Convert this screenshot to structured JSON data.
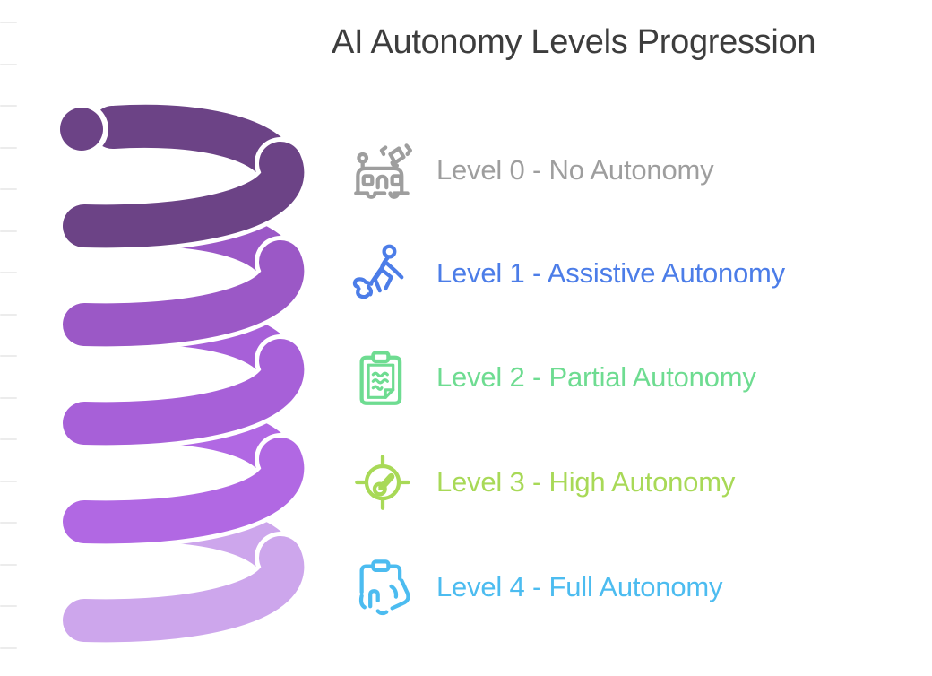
{
  "title": "AI Autonomy Levels Progression",
  "levels": [
    {
      "label": "Level 0 - No Autonomy",
      "color": "#9e9e9e",
      "icon": "shuttle-announcement-icon"
    },
    {
      "label": "Level 1 - Assistive Autonomy",
      "color": "#4c7de8",
      "icon": "person-guide-dog-icon"
    },
    {
      "label": "Level 2 - Partial Autonomy",
      "color": "#6edc91",
      "icon": "clipboard-notes-icon"
    },
    {
      "label": "Level 3 - High Autonomy",
      "color": "#a8d957",
      "icon": "gauge-target-icon"
    },
    {
      "label": "Level 4 - Full Autonomy",
      "color": "#4cbcf0",
      "icon": "hand-clipboard-icon"
    }
  ],
  "spiral": {
    "turn_colors": [
      "#6c4386",
      "#9b58c6",
      "#a760d8",
      "#b168e3",
      "#cda6ec"
    ],
    "separator_color": "#ffffff"
  },
  "decor": {
    "background": "#ffffff",
    "title_color": "#3d3d3d",
    "gridline_color": "#ececec",
    "gridline_count": 16
  }
}
